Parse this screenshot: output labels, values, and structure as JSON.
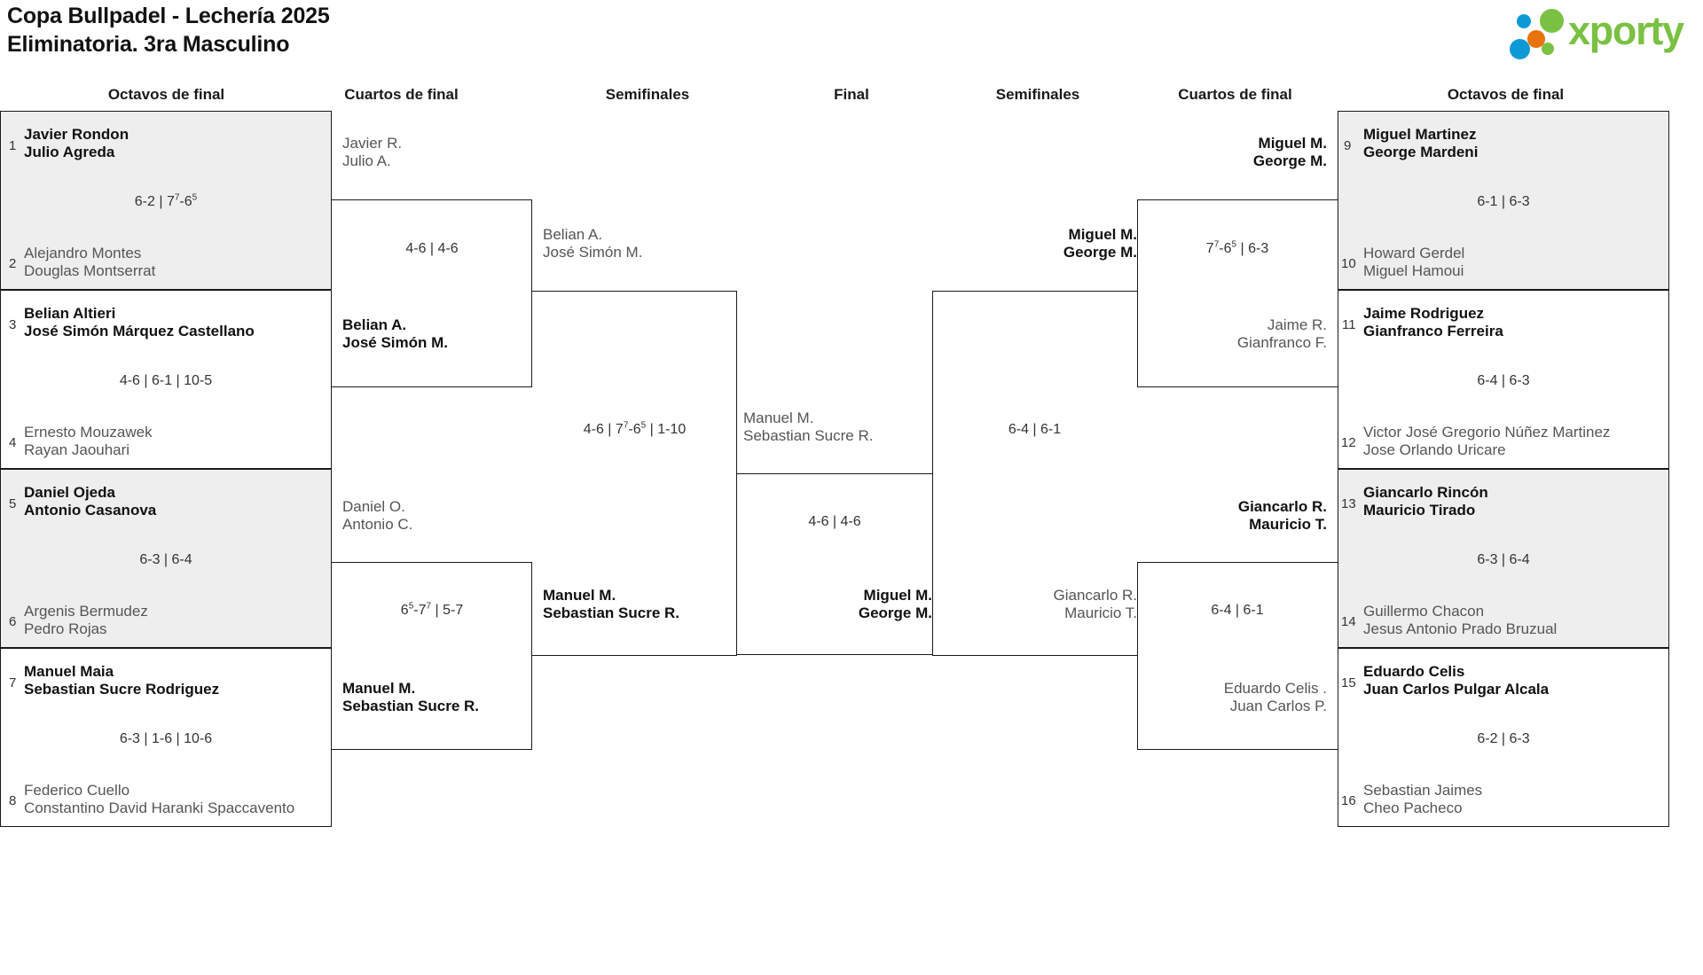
{
  "header": {
    "title_line1": "Copa Bullpadel - Lechería 2025",
    "title_line2": "Eliminatoria. 3ra Masculino",
    "logo_text": "xporty",
    "logo_colors": {
      "green": "#7ac143",
      "blue": "#0b9ad6",
      "orange": "#e8730d"
    }
  },
  "round_headers": {
    "r1_left": "Octavos de final",
    "r2_left": "Cuartos de final",
    "r3_left": "Semifinales",
    "final": "Final",
    "r3_right": "Semifinales",
    "r2_right": "Cuartos de final",
    "r1_right": "Octavos de final"
  },
  "left": {
    "octavos": [
      {
        "seed_top": "1",
        "seed_bot": "2",
        "top_l1": "Javier Rondon",
        "top_l2": "Julio Agreda",
        "bot_l1": "Alejandro Montes",
        "bot_l2": "Douglas Montserrat",
        "score": "6-2 | 7{7}-6{5}",
        "winner": "top",
        "shaded": true
      },
      {
        "seed_top": "3",
        "seed_bot": "4",
        "top_l1": "Belian Altieri",
        "top_l2": "José Simón Márquez Castellano",
        "bot_l1": "Ernesto Mouzawek",
        "bot_l2": "Rayan Jaouhari",
        "score": "4-6 | 6-1 | 10-5",
        "winner": "top",
        "shaded": false
      },
      {
        "seed_top": "5",
        "seed_bot": "6",
        "top_l1": "Daniel Ojeda",
        "top_l2": "Antonio Casanova",
        "bot_l1": "Argenis Bermudez",
        "bot_l2": "Pedro Rojas",
        "score": "6-3 | 6-4",
        "winner": "top",
        "shaded": true
      },
      {
        "seed_top": "7",
        "seed_bot": "8",
        "top_l1": "Manuel Maia",
        "top_l2": "Sebastian Sucre Rodriguez",
        "bot_l1": "Federico Cuello",
        "bot_l2": "Constantino David Haranki Spaccavento",
        "score": "6-3 | 1-6 | 10-6",
        "winner": "top",
        "shaded": false
      }
    ],
    "cuartos": [
      {
        "top_l1": "Javier R.",
        "top_l2": "Julio A.",
        "bot_l1": "Belian A.",
        "bot_l2": "José Simón M.",
        "score": "4-6 | 4-6",
        "winner": "bottom"
      },
      {
        "top_l1": "Daniel O.",
        "top_l2": "Antonio C.",
        "bot_l1": "Manuel M.",
        "bot_l2": "Sebastian Sucre R.",
        "score": "6{5}-7{7} | 5-7",
        "winner": "bottom"
      }
    ],
    "semifinal": {
      "top_l1": "Belian A.",
      "top_l2": "José Simón M.",
      "bot_l1": "Manuel M.",
      "bot_l2": "Sebastian Sucre R.",
      "score": "4-6 | 7{7}-6{5} | 1-10",
      "winner": "bottom"
    }
  },
  "final": {
    "top_l1": "Manuel M.",
    "top_l2": "Sebastian Sucre R.",
    "bot_l1": "Miguel M.",
    "bot_l2": "George M.",
    "score": "4-6 | 4-6",
    "winner": "bottom"
  },
  "right": {
    "semifinal": {
      "top_l1": "Miguel M.",
      "top_l2": "George M.",
      "bot_l1": "Giancarlo R.",
      "bot_l2": "Mauricio T.",
      "score": "6-4 | 6-1",
      "winner": "top"
    },
    "cuartos": [
      {
        "top_l1": "Miguel M.",
        "top_l2": "George M.",
        "bot_l1": "Jaime R.",
        "bot_l2": "Gianfranco F.",
        "score": "7{7}-6{5} | 6-3",
        "winner": "top"
      },
      {
        "top_l1": "Giancarlo R.",
        "top_l2": "Mauricio T.",
        "bot_l1": "Eduardo Celis .",
        "bot_l2": "Juan Carlos P.",
        "score": "6-4 | 6-1",
        "winner": "top"
      }
    ],
    "octavos": [
      {
        "seed_top": "9",
        "seed_bot": "10",
        "top_l1": "Miguel Martinez",
        "top_l2": "George Mardeni",
        "bot_l1": "Howard Gerdel",
        "bot_l2": "Miguel Hamoui",
        "score": "6-1 | 6-3",
        "winner": "top",
        "shaded": true
      },
      {
        "seed_top": "11",
        "seed_bot": "12",
        "top_l1": "Jaime Rodriguez",
        "top_l2": "Gianfranco Ferreira",
        "bot_l1": "Victor José Gregorio Núñez Martinez",
        "bot_l2": "Jose Orlando Uricare",
        "score": "6-4 | 6-3",
        "winner": "top",
        "shaded": false
      },
      {
        "seed_top": "13",
        "seed_bot": "14",
        "top_l1": "Giancarlo Rincón",
        "top_l2": "Mauricio Tirado",
        "bot_l1": "Guillermo Chacon",
        "bot_l2": "Jesus Antonio Prado Bruzual",
        "score": "6-3 | 6-4",
        "winner": "top",
        "shaded": true
      },
      {
        "seed_top": "15",
        "seed_bot": "16",
        "top_l1": "Eduardo Celis",
        "top_l2": "Juan Carlos Pulgar Alcala",
        "bot_l1": "Sebastian Jaimes",
        "bot_l2": "Cheo Pacheco",
        "score": "6-2 | 6-3",
        "winner": "top",
        "shaded": false
      }
    ]
  }
}
